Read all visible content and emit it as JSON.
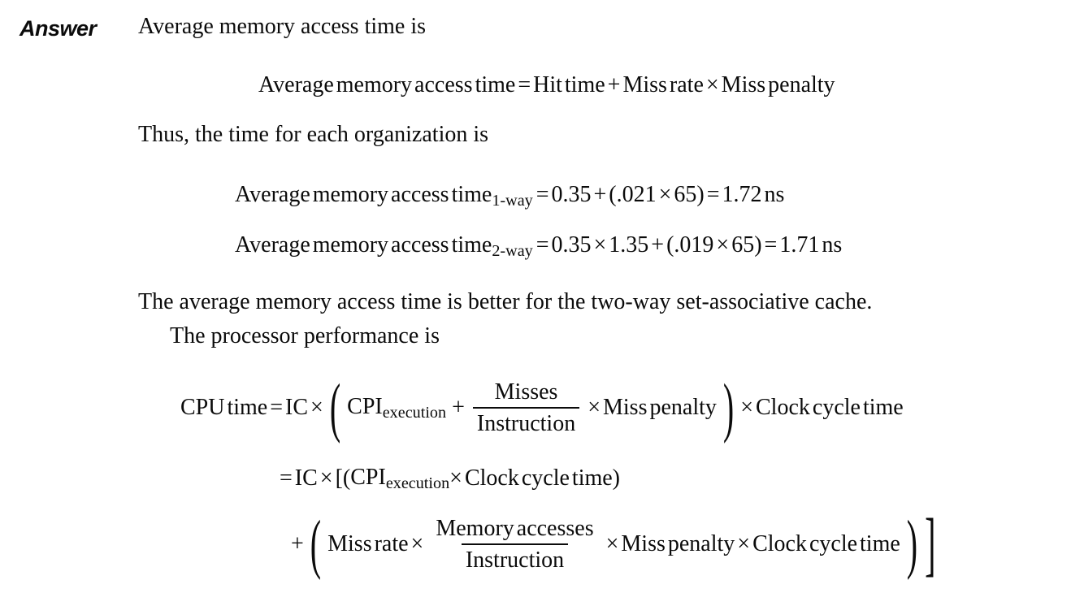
{
  "answer_label": "Answer",
  "paragraphs": {
    "intro": "Average memory access time is",
    "thus": "Thus, the time for each organization is",
    "better_line1": "The average memory access time is better for the two-way set-associative cache.",
    "better_line2": "The processor performance is"
  },
  "equations": {
    "amat_general": "Average memory access time = Hit time + Miss rate × Miss penalty",
    "amat_1way": {
      "base": "Average memory access time",
      "sub": "1-way",
      "rhs": "= 0.35 + (.021 × 65) = 1.72 ns"
    },
    "amat_2way": {
      "base": "Average memory access time",
      "sub": "2-way",
      "rhs": "= 0.35 × 1.35 + (.019 × 65) = 1.71 ns"
    },
    "cpu_line1": {
      "lhs": "CPU time = IC ×",
      "open_paren": "(",
      "cpi_base": "CPI",
      "cpi_sub": "execution",
      "plus": "+",
      "frac_num": "Misses",
      "frac_den": "Instruction",
      "times_penalty": "× Miss penalty",
      "close_paren": ")",
      "tail": "× Clock cycle time"
    },
    "cpu_line2": {
      "lhs": "= IC × [(",
      "cpi_base": "CPI",
      "cpi_sub": "execution",
      "rest": " × Clock cycle time)"
    },
    "cpu_line3": {
      "plus": "+",
      "open_paren": "(",
      "miss_rate": "Miss rate ×",
      "frac_num": "Memory accesses",
      "frac_den": "Instruction",
      "rest": "× Miss penalty × Clock cycle time",
      "close_paren": ")",
      "close_bracket": "]"
    }
  }
}
